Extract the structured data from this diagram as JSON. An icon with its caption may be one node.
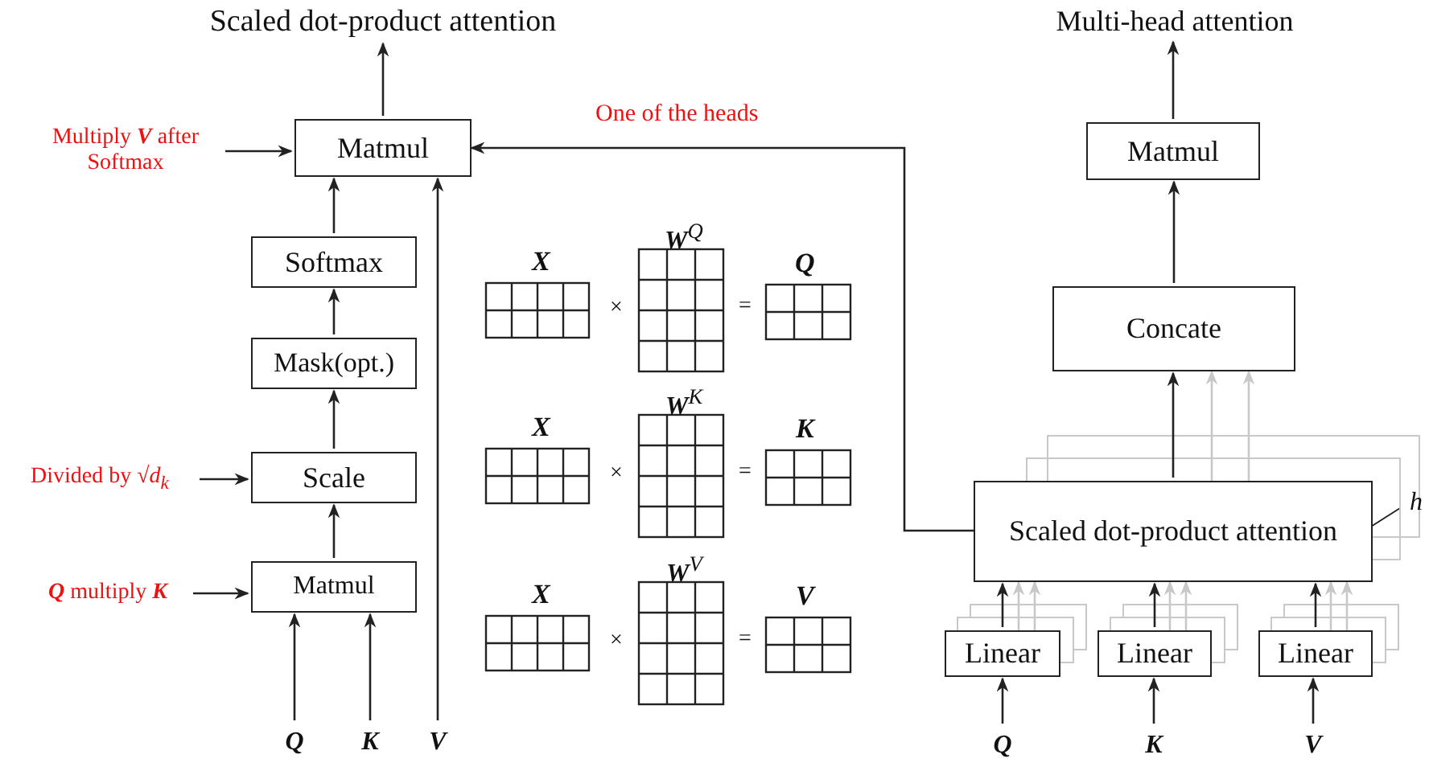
{
  "diagram": {
    "nodes": [
      {
        "text": [
          "Scaled dot-product attention"
        ]
      },
      {
        "text": [
          "Matmul"
        ]
      },
      {
        "text": [
          "Softmax"
        ]
      },
      {
        "text": [
          "Mask(opt.)"
        ]
      },
      {
        "text": [
          "Scale"
        ]
      },
      {
        "text": [
          "Matmul"
        ]
      },
      {
        "text": [
          "Multiply **V** after Softmax"
        ]
      },
      {
        "text": [
          "Divided by √*d*$_{k}$"
        ]
      },
      {
        "text": [
          "**Q** multiply **K**"
        ]
      },
      {
        "text": [
          "Q"
        ]
      },
      {
        "text": [
          "K"
        ]
      },
      {
        "text": [
          "V"
        ]
      },
      {
        "text": [
          "Multi-head attention"
        ]
      },
      {
        "text": [
          "Matmul"
        ]
      },
      {
        "text": [
          "Concate"
        ]
      },
      {
        "text": [
          "Scaled dot-product attention"
        ]
      },
      {
        "text": [
          "Linear"
        ]
      },
      {
        "text": [
          "Linear"
        ]
      },
      {
        "text": [
          "Linear"
        ]
      },
      {
        "text": [
          "Q"
        ]
      },
      {
        "text": [
          "K"
        ]
      },
      {
        "text": [
          "V"
        ]
      }
    ],
    "edges": [
      {
        "from": 1,
        "to": 0,
        "arrow": "to"
      },
      {
        "from": 2,
        "to": 1,
        "arrow": "to"
      },
      {
        "from": 3,
        "to": 2,
        "arrow": "to"
      },
      {
        "from": 4,
        "to": 3,
        "arrow": "to"
      },
      {
        "from": 5,
        "to": 4,
        "arrow": "to"
      },
      {
        "from": 6,
        "to": 1,
        "arrow": "to"
      },
      {
        "from": 7,
        "to": 4,
        "arrow": "to"
      },
      {
        "from": 8,
        "to": 5,
        "arrow": "to"
      },
      {
        "from": 9,
        "to": 5,
        "arrow": "to"
      },
      {
        "from": 10,
        "to": 5,
        "arrow": "to"
      },
      {
        "from": 11,
        "to": 1,
        "arrow": "to"
      },
      {
        "from": 15,
        "to": 1,
        "arrow": "to",
        "label": "One of the heads"
      },
      {
        "from": 13,
        "to": 12,
        "arrow": "to"
      },
      {
        "from": 14,
        "to": 13,
        "arrow": "to"
      },
      {
        "from": 15,
        "to": 14,
        "arrow": "to"
      },
      {
        "from": 16,
        "to": 15,
        "arrow": "to"
      },
      {
        "from": 17,
        "to": 15,
        "arrow": "to"
      },
      {
        "from": 18,
        "to": 15,
        "arrow": "to"
      },
      {
        "from": 19,
        "to": 16,
        "arrow": "to"
      },
      {
        "from": 20,
        "to": 17,
        "arrow": "to"
      },
      {
        "from": 21,
        "to": 18,
        "arrow": "to"
      },
      {
        "from": 15,
        "to": 14,
        "arrow": "to",
        "color": "#c8c8c8"
      },
      {
        "from": 15,
        "to": 14,
        "arrow": "to",
        "color": "#c8c8c8"
      },
      {
        "from": 16,
        "to": 15,
        "arrow": "to",
        "color": "#c8c8c8"
      },
      {
        "from": 16,
        "to": 15,
        "arrow": "to",
        "color": "#c8c8c8"
      },
      {
        "from": 17,
        "to": 15,
        "arrow": "to",
        "color": "#c8c8c8"
      },
      {
        "from": 17,
        "to": 15,
        "arrow": "to",
        "color": "#c8c8c8"
      },
      {
        "from": 18,
        "to": 15,
        "arrow": "to",
        "color": "#c8c8c8"
      },
      {
        "from": 18,
        "to": 15,
        "arrow": "to",
        "color": "#c8c8c8"
      }
    ],
    "labels": [
      "**W**$^{Q}$",
      "X",
      "Q",
      "×",
      "=",
      "**W**$^{K}$",
      "X",
      "K",
      "×",
      "=",
      "**W**$^{V}$",
      "X",
      "V",
      "×",
      "=",
      "h"
    ]
  }
}
